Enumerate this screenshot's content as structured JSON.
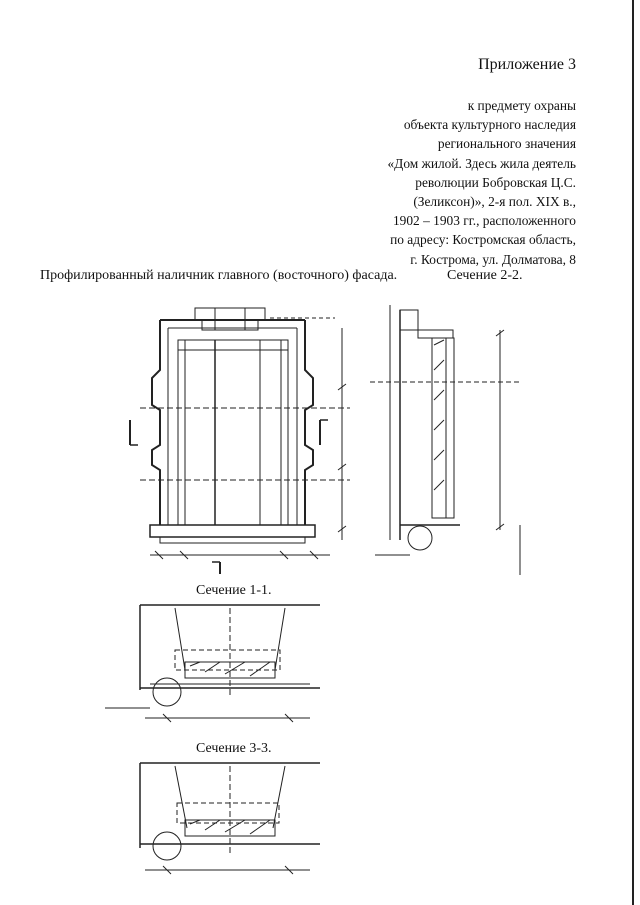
{
  "header": {
    "appendix": "Приложение 3",
    "subject_lines": [
      "к предмету охраны",
      "объекта культурного наследия",
      "регионального значения",
      "«Дом жилой. Здесь жила деятель",
      "революции Бобровская Ц.С.",
      "(Зеликсон)», 2-я пол. XIX в.,",
      "1902 – 1903 гг., расположенного",
      "по адресу: Костромская область,",
      "г. Кострома, ул. Долматова, 8"
    ]
  },
  "captions": {
    "main": "Профилированный наличник главного (восточного) фасада.",
    "section_2_2": "Сечение 2-2.",
    "section_1_1": "Сечение 1-1.",
    "section_3_3": "Сечение 3-3."
  }
}
